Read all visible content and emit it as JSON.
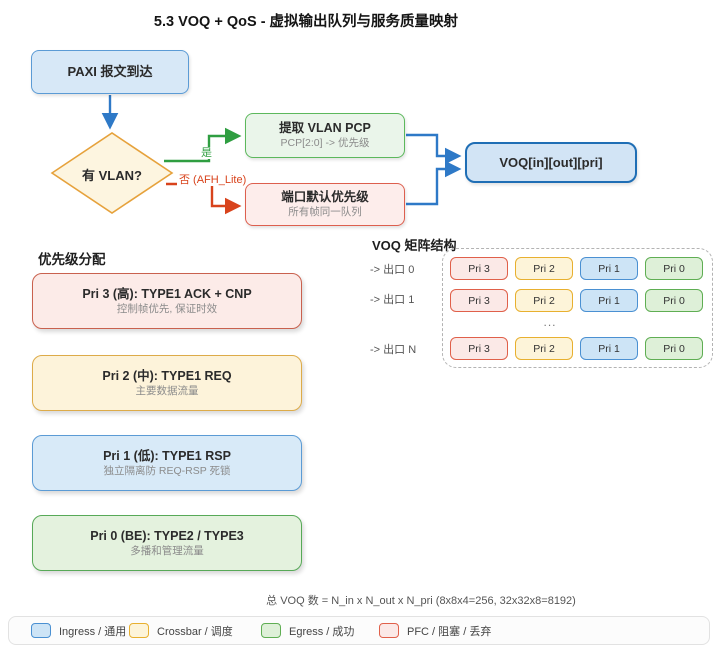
{
  "title": "5.3 VOQ + QoS - 虚拟输出队列与服务质量映射",
  "flowchart": {
    "start": {
      "label": "PAXI 报文到达"
    },
    "decision": {
      "label": "有 VLAN?"
    },
    "yes_label": "是",
    "no_label": "否 (AFH_Lite)",
    "vlan_box": {
      "title": "提取 VLAN PCP",
      "subtitle": "PCP[2:0] -> 优先级"
    },
    "default_box": {
      "title": "端口默认优先级",
      "subtitle": "所有帧同一队列"
    },
    "voq_box": {
      "label": "VOQ[in][out][pri]"
    }
  },
  "priority_section": {
    "heading": "优先级分配",
    "items": [
      {
        "title": "Pri 3 (高): TYPE1 ACK + CNP",
        "subtitle": "控制帧优先, 保证时效",
        "color": "#c9614e"
      },
      {
        "title": "Pri 2 (中): TYPE1 REQ",
        "subtitle": "主要数据流量",
        "color": "#ddab49"
      },
      {
        "title": "Pri 1 (低): TYPE1 RSP",
        "subtitle": "独立隔离防 REQ-RSP 死锁",
        "color": "#5b9bd5"
      },
      {
        "title": "Pri 0 (BE): TYPE2 / TYPE3",
        "subtitle": "多播和管理流量",
        "color": "#57a957"
      }
    ]
  },
  "matrix": {
    "heading": "VOQ 矩阵结构",
    "ellipsis": "...",
    "rows": [
      {
        "label": "-> 出口 0",
        "cells": [
          "Pri 3",
          "Pri 2",
          "Pri 1",
          "Pri 0"
        ]
      },
      {
        "label": "-> 出口 1",
        "cells": [
          "Pri 3",
          "Pri 2",
          "Pri 1",
          "Pri 0"
        ]
      },
      {
        "label": "-> 出口 N",
        "cells": [
          "Pri 3",
          "Pri 2",
          "Pri 1",
          "Pri 0"
        ]
      }
    ]
  },
  "note": "总 VOQ 数 = N_in x N_out x N_pri (8x8x4=256, 32x32x8=8192)",
  "legend": {
    "items": [
      {
        "label": "Ingress / 通用",
        "color": "#cde4f6",
        "border": "#4a90d2"
      },
      {
        "label": "Crossbar / 调度",
        "color": "#fdf4d9",
        "border": "#e8b02f"
      },
      {
        "label": "Egress / 成功",
        "color": "#def0d8",
        "border": "#5fae53"
      },
      {
        "label": "PFC / 阻塞 / 丢弃",
        "color": "#fbe9e7",
        "border": "#e0604a"
      }
    ]
  },
  "colors": {
    "arrow_blue": "#2e79c7",
    "arrow_green": "#2f9e41",
    "arrow_red": "#d8431c",
    "diamond_fill": "#fdf5e0",
    "diamond_border": "#e6a23c",
    "voq_border": "#1f6eb5"
  }
}
